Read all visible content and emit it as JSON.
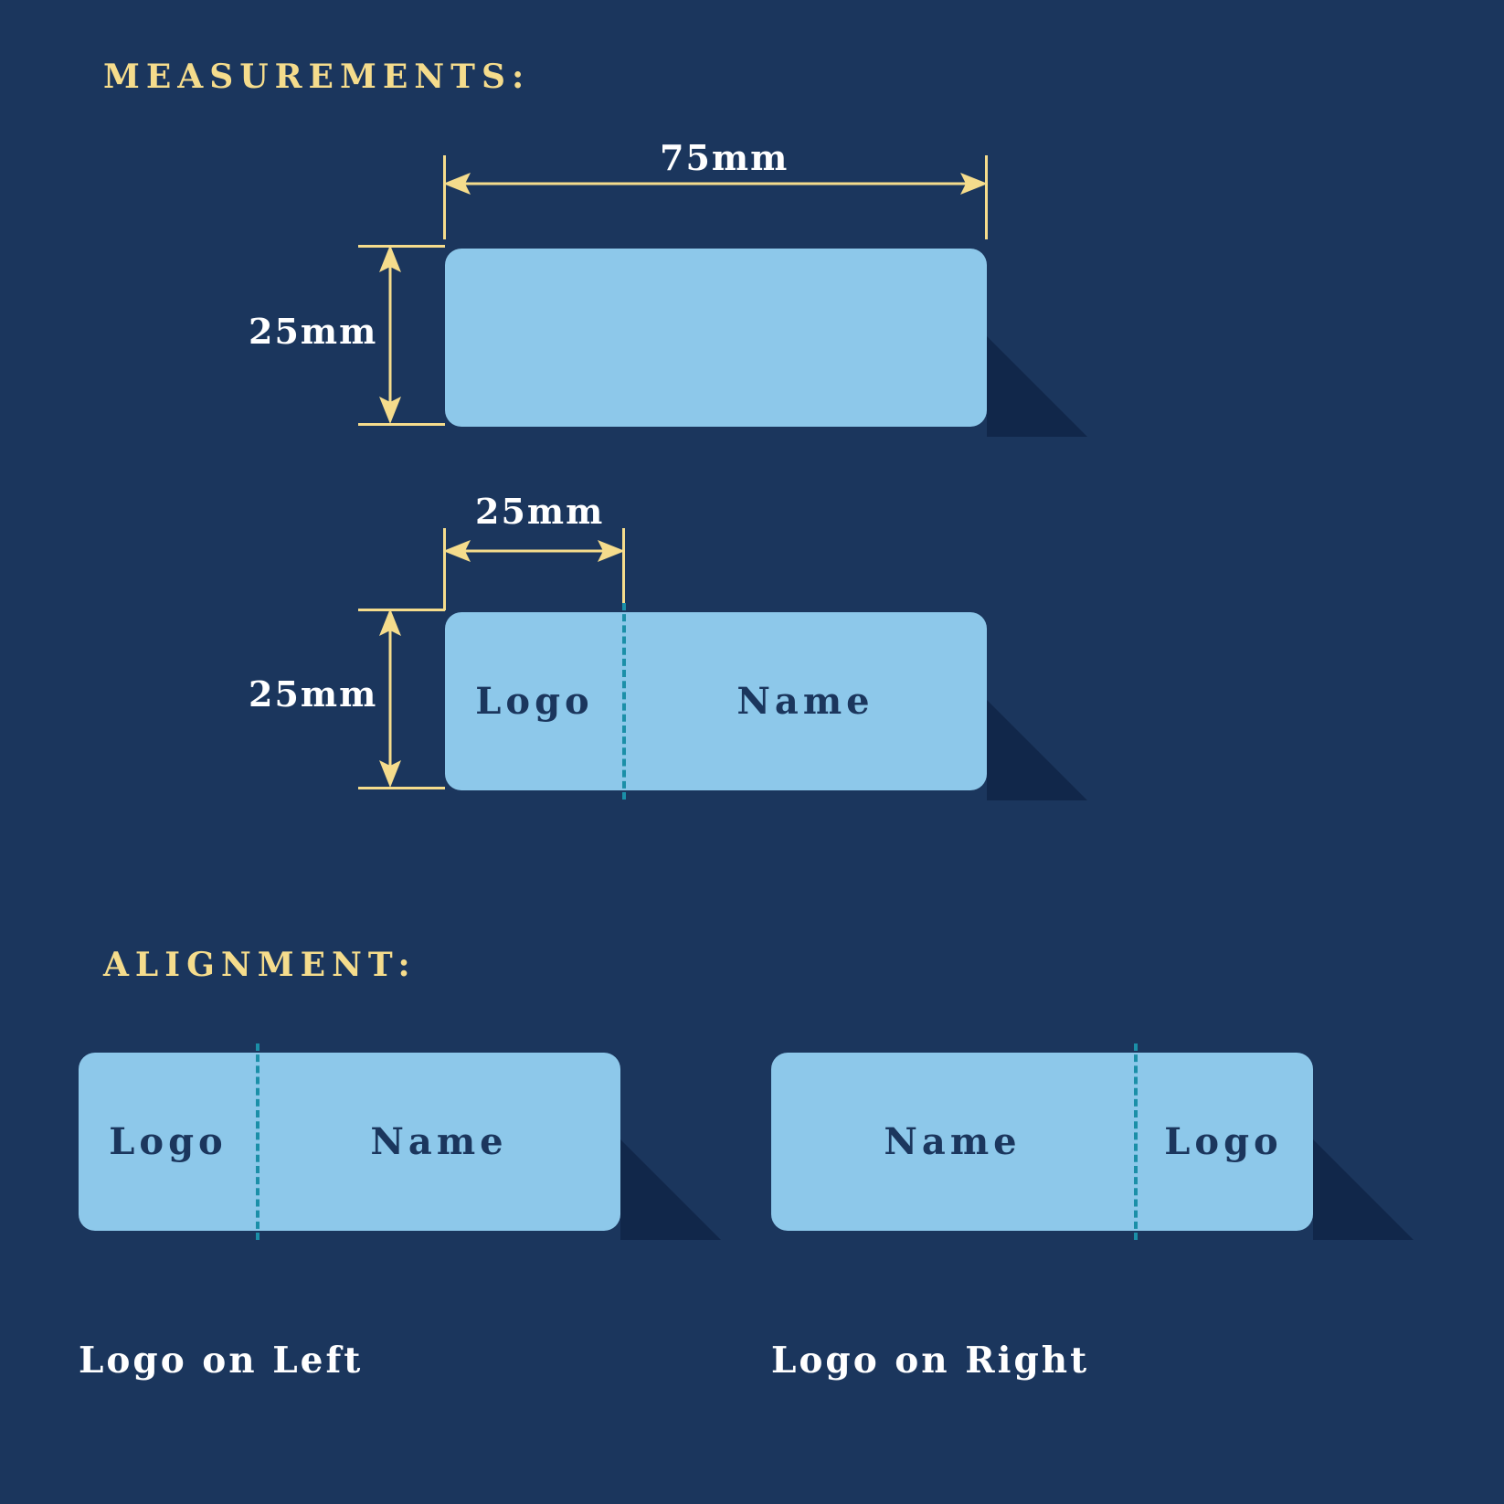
{
  "background_color": "#1b365d",
  "accent_yellow": "#f5dc8c",
  "card_color": "#8dc8ea",
  "shadow_color": "#11274a",
  "divider_color": "#1b8fa8",
  "text_white": "#ffffff",
  "text_navy": "#1b365d",
  "sections": {
    "measurements": {
      "heading": "MEASUREMENTS:"
    },
    "alignment": {
      "heading": "ALIGNMENT:"
    }
  },
  "measurements": {
    "blank_badge": {
      "width_label": "75mm",
      "height_label": "25mm"
    },
    "split_badge": {
      "logo_width_label": "25mm",
      "height_label": "25mm",
      "left_segment": "Logo",
      "right_segment": "Name"
    }
  },
  "alignment": {
    "cards": [
      {
        "caption": "Logo on Left",
        "segments": [
          "Logo",
          "Name"
        ]
      },
      {
        "caption": "Logo on Right",
        "segments": [
          "Name",
          "Logo"
        ]
      }
    ]
  }
}
